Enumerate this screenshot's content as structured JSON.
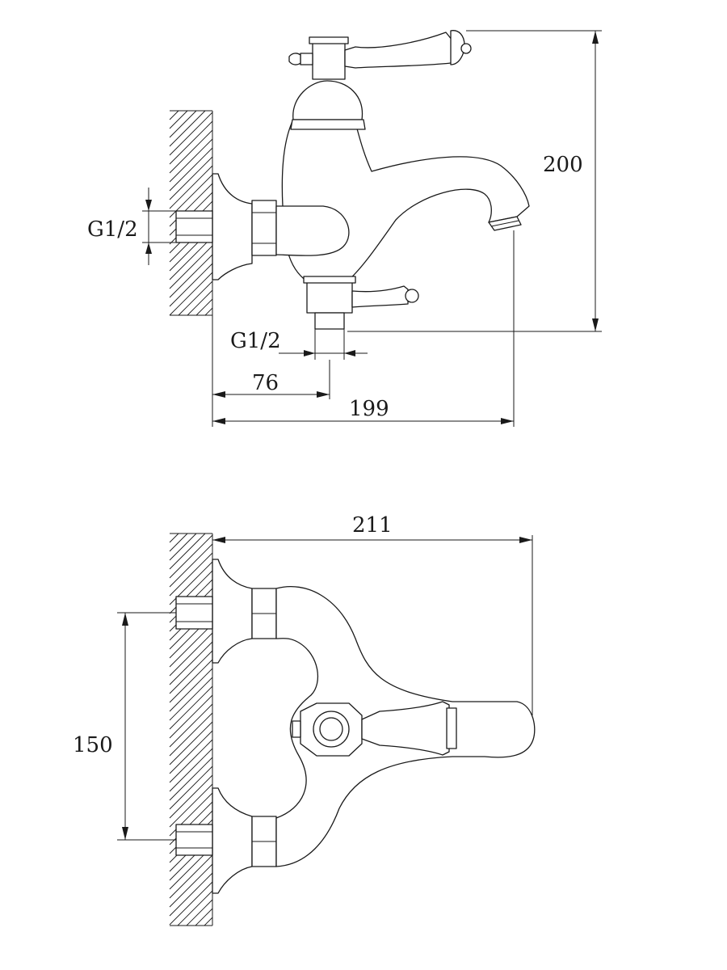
{
  "side_view": {
    "dim_height": "200",
    "dim_inlet_thread": "G1/2",
    "dim_outlet_thread": "G1/2",
    "dim_outlet_offset": "76",
    "dim_projection": "199"
  },
  "top_view": {
    "dim_width": "211",
    "dim_centers": "150"
  }
}
